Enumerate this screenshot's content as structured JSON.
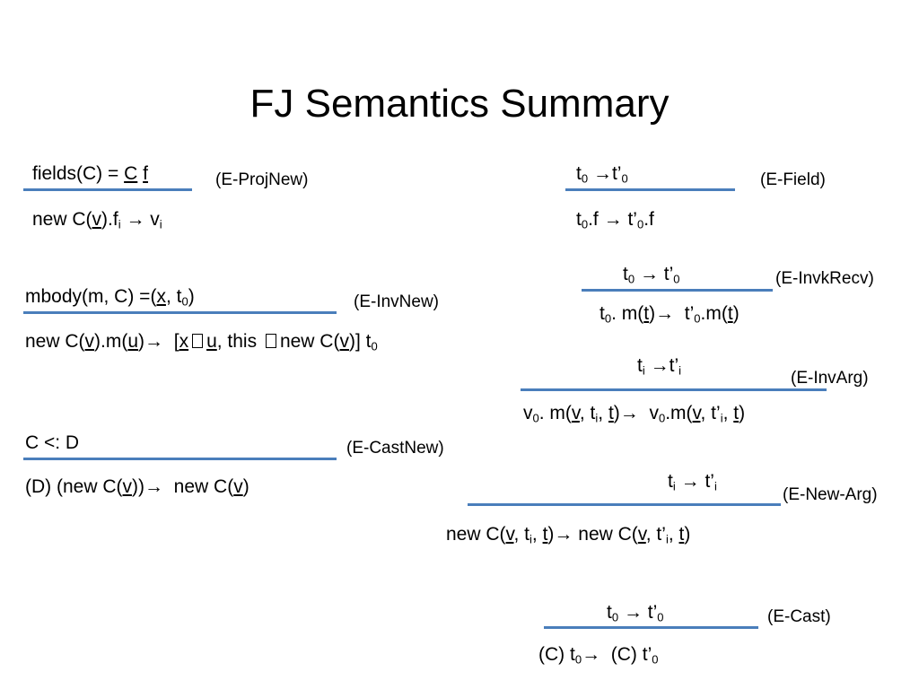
{
  "slide": {
    "title": "FJ Semantics Summary"
  },
  "symbols": {
    "arrow": "→",
    "prime": "’",
    "i": "i",
    "zero": "0"
  },
  "rules": {
    "e_projnew": {
      "label": "(E-ProjNew)",
      "premise": {
        "text": "fields(C) = ",
        "C": "C",
        "f": "f"
      },
      "conclusion": {
        "new": "new C(",
        "v": "v",
        "dotf": ").f",
        "vi": "v"
      }
    },
    "e_invnew": {
      "label": "(E-InvNew)",
      "premise": {
        "a": "mbody(m, C) =(",
        "x": "x",
        "b": ", t",
        "c": ")"
      },
      "conclusion": {
        "a": "new C(",
        "v": "v",
        "b": ").m(",
        "u": "u",
        "c": ")",
        "d": "[",
        "x": "x",
        "u2": "u",
        "e": ", this ",
        "f": "new C(",
        "v2": "v",
        "g": ")] t"
      }
    },
    "e_castnew": {
      "label": "(E-CastNew)",
      "premise": "C <: D",
      "conclusion": {
        "a": "(D) (new C(",
        "v": "v",
        "b": "))",
        "c": "new C(",
        "v2": "v",
        "d": ")"
      }
    },
    "e_field": {
      "label": "(E-Field)",
      "premise": {
        "t": "t",
        "t2": "t"
      },
      "conclusion": {
        "t": "t",
        "f": ".f",
        "t2": "t",
        "f2": ".f"
      }
    },
    "e_invkrecv": {
      "label": "(E-InvkRecv)",
      "premise": {
        "t": "t",
        "t2": "t"
      },
      "conclusion": {
        "t": "t",
        "m": ". m(",
        "tb": "t",
        "c": ")",
        "t2": "t",
        "m2": ".m(",
        "tb2": "t",
        "c2": ")"
      }
    },
    "e_invarg": {
      "label": "(E-InvArg)",
      "premise": {
        "t": "t",
        "t2": "t"
      },
      "conclusion": {
        "v0": "v",
        "m": ". m(",
        "v": "v",
        "comma": ", t",
        "comma2": ", ",
        "tb": "t",
        "c": ")",
        "v02": "v",
        "m2": ".m(",
        "v2": "v",
        "comma3": ", t",
        "comma4": ", ",
        "tb2": "t",
        "c2": ")"
      }
    },
    "e_newarg": {
      "label": "(E-New-Arg)",
      "premise": {
        "t": "t",
        "t2": "t"
      },
      "conclusion": {
        "a": "new C(",
        "v": "v",
        "comma": ", t",
        "comma2": ", ",
        "tb": "t",
        "c": ")",
        "a2": "new C(",
        "v2": "v",
        "comma3": ", t",
        "comma4": ", ",
        "tb2": "t",
        "c2": ")"
      }
    },
    "e_cast": {
      "label": "(E-Cast)",
      "premise": {
        "t": "t",
        "t2": "t"
      },
      "conclusion": {
        "a": "(C) t",
        "b": "(C) t"
      }
    }
  },
  "colors": {
    "rule_line": "#4a7ebb"
  }
}
